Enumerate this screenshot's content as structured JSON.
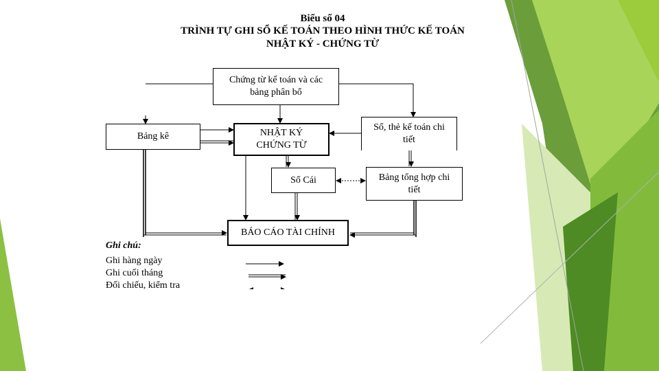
{
  "title": {
    "line1": "Biểu số 04",
    "line2": "TRÌNH TỰ GHI SỔ KẾ TOÁN THEO HÌNH THỨC KẾ TOÁN",
    "line3": "NHẬT KÝ - CHỨNG TỪ"
  },
  "nodes": {
    "chung_tu": "Chứng từ kế toán và các bảng phân bổ",
    "bang_ke": "Bảng kê",
    "nhat_ky": "NHẬT KÝ CHỨNG TỪ",
    "so_the": "Sổ, thẻ kế toán chi tiết",
    "so_cai": "Sổ Cái",
    "bang_tong_hop": "Bảng tổng hợp chi tiết",
    "bao_cao": "BÁO CÁO TÀI CHÍNH"
  },
  "legend": {
    "heading": "Ghi chú:",
    "daily": "Ghi hàng ngày",
    "month_end": "Ghi cuối tháng",
    "reconcile": "Đối chiếu, kiểm tra"
  },
  "colors": {
    "green_dark": "#4e8a22",
    "green_mid": "#7cb342",
    "green_light": "#9ccc3c",
    "green_pale": "#cfe6a3"
  }
}
